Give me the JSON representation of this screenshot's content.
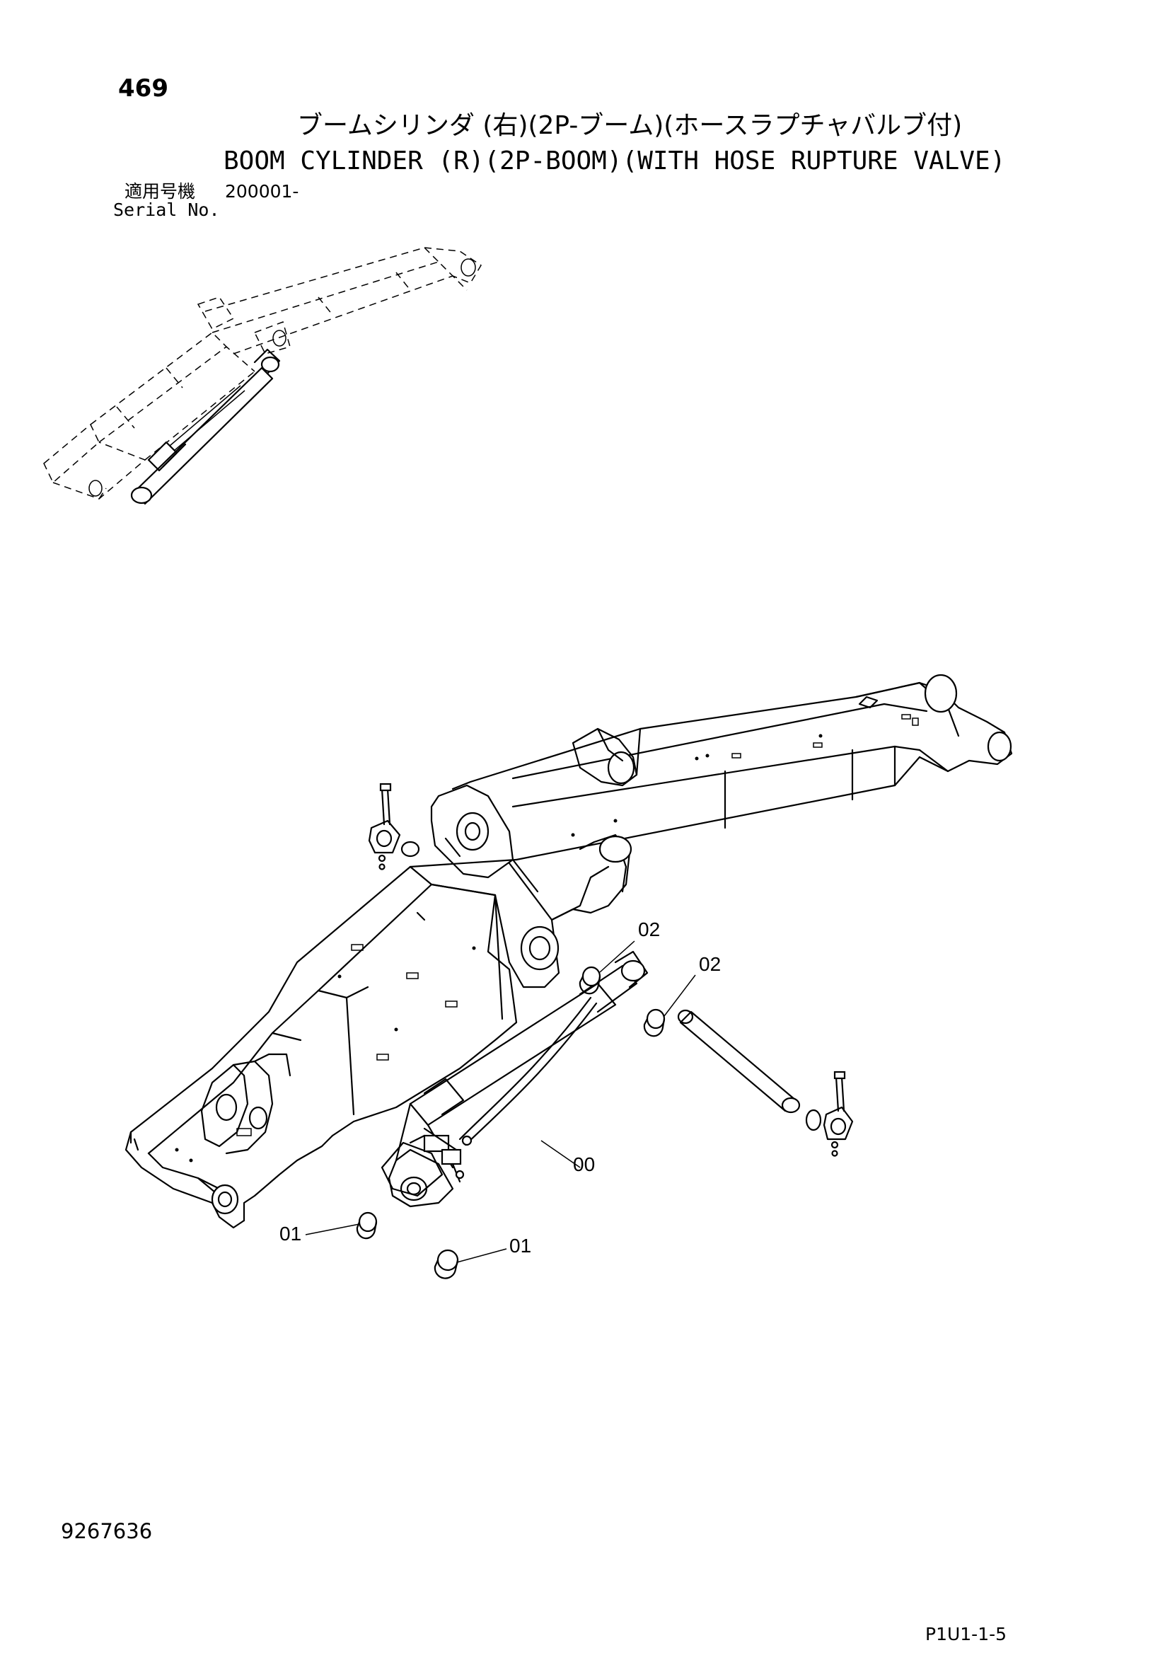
{
  "header": {
    "page_number": "469",
    "title_jp": "ブームシリンダ (右)(2P-ブーム)(ホースラプチャバルブ付)",
    "title_en": "BOOM CYLINDER (R)(2P-BOOM)(WITH HOSE RUPTURE VALVE)",
    "serial_label_jp": "適用号機",
    "serial_value": "200001-",
    "serial_label_en": "Serial No."
  },
  "callouts": [
    {
      "id": "callout-00",
      "label": "00"
    },
    {
      "id": "callout-01-left",
      "label": "01"
    },
    {
      "id": "callout-01-right",
      "label": "01"
    },
    {
      "id": "callout-02-top",
      "label": "02"
    },
    {
      "id": "callout-02-right",
      "label": "02"
    }
  ],
  "footer": {
    "drawing_number": "9267636",
    "sheet_code": "P1U1-1-5"
  }
}
